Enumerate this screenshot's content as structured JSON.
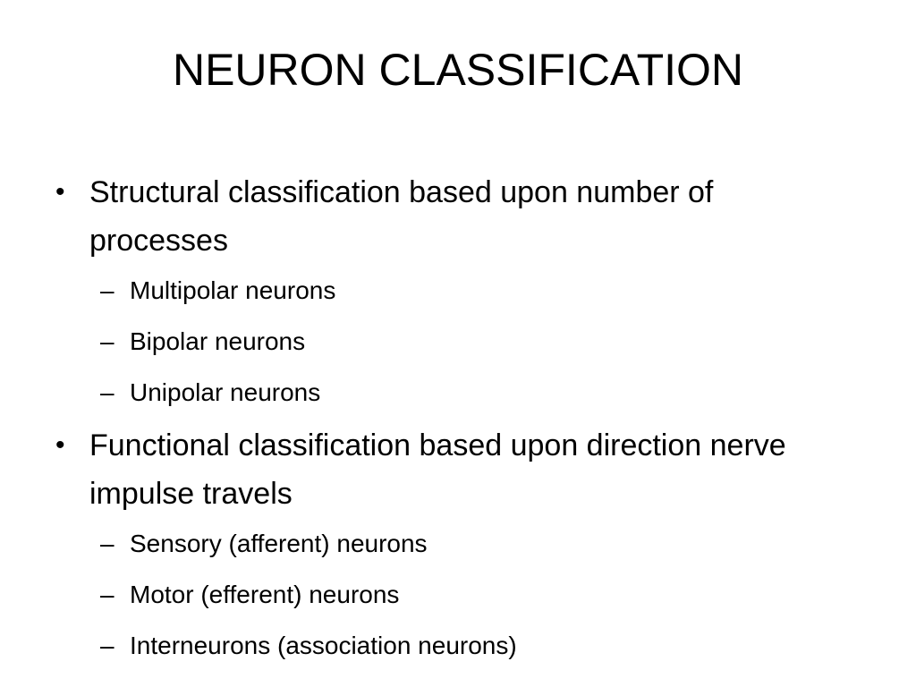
{
  "slide": {
    "title": "NEURON CLASSIFICATION",
    "bullet_marker": "•",
    "sub_marker": "–",
    "bullets": [
      {
        "text": "Structural classification based upon number of processes",
        "subitems": [
          "Multipolar neurons",
          "Bipolar neurons",
          "Unipolar neurons"
        ]
      },
      {
        "text": "Functional classification based upon direction nerve impulse travels",
        "subitems": [
          "Sensory (afferent) neurons",
          "Motor (efferent) neurons",
          "Interneurons (association neurons)"
        ]
      }
    ]
  }
}
